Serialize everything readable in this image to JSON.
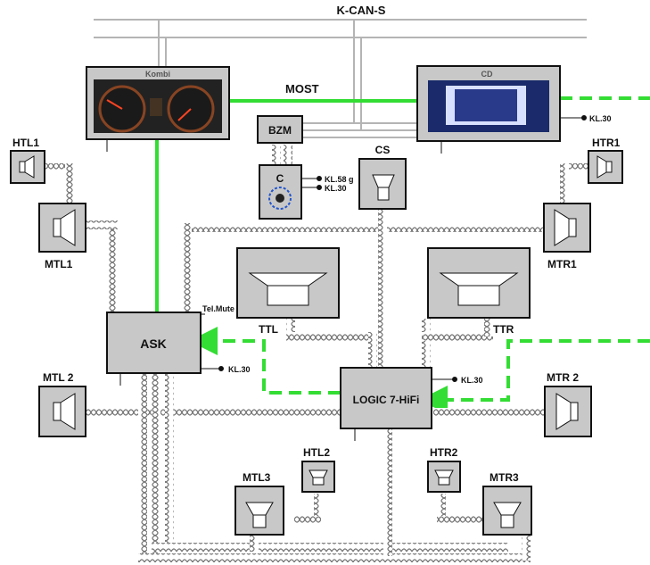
{
  "bus_label": "K-CAN-S",
  "most_label": "MOST",
  "modules": {
    "kombi": "Kombi",
    "cd": "CD",
    "bzm": "BZM",
    "c": "C",
    "cs": "CS",
    "ask": "ASK",
    "logic7": "LOGIC 7-HiFi"
  },
  "speakers": {
    "htl1": "HTL1",
    "htr1": "HTR1",
    "mtl1": "MTL1",
    "mtr1": "MTR1",
    "ttl": "TTL",
    "ttr": "TTR",
    "mtl2": "MTL 2",
    "mtr2": "MTR 2",
    "htl2": "HTL2",
    "htr2": "HTR2",
    "mtl3": "MTL3",
    "mtr3": "MTR3"
  },
  "signals": {
    "kl30": "KL.30",
    "kl58g": "KL.58 g",
    "tel_mute": "Tel.Mute"
  },
  "colors": {
    "most_green": "#33dd33",
    "module_fill": "#c8c8c8",
    "bus_gray": "#b4b4b4"
  }
}
